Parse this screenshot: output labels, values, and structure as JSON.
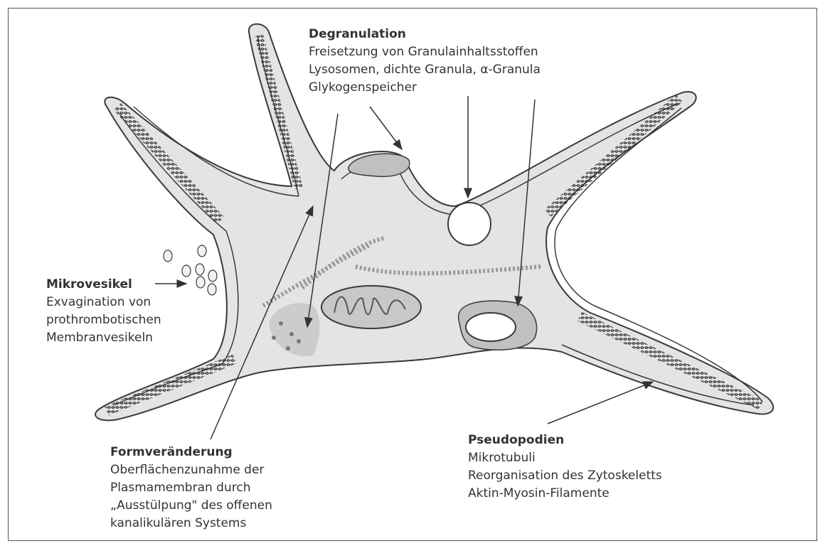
{
  "labels": {
    "degranulation": {
      "title": "Degranulation",
      "lines": [
        "Freisetzung von Granulainhaltsstoffen",
        "Lysosomen, dichte Granula, α-Granula",
        "Glykogenspeicher"
      ]
    },
    "mikrovesikel": {
      "title": "Mikrovesikel",
      "lines": [
        "Exvagination von",
        "prothrombotischen",
        "Membranvesikeln"
      ]
    },
    "formveraenderung": {
      "title": "Formveränderung",
      "lines": [
        "Oberflächenzunahme der",
        "Plasmamembran durch",
        "„Ausstülpung\" des offenen",
        "kanalikulären Systems"
      ]
    },
    "pseudopodien": {
      "title": "Pseudopodien",
      "lines": [
        "Mikrotubuli",
        "Reorganisation des Zytoskeletts",
        "Aktin-Myosin-Filamente"
      ]
    }
  },
  "colors": {
    "cell_fill": "#e4e4e4",
    "organelle_fill": "#c8c8c8",
    "outline": "#3a3a3a",
    "text": "#2a2a2a"
  }
}
